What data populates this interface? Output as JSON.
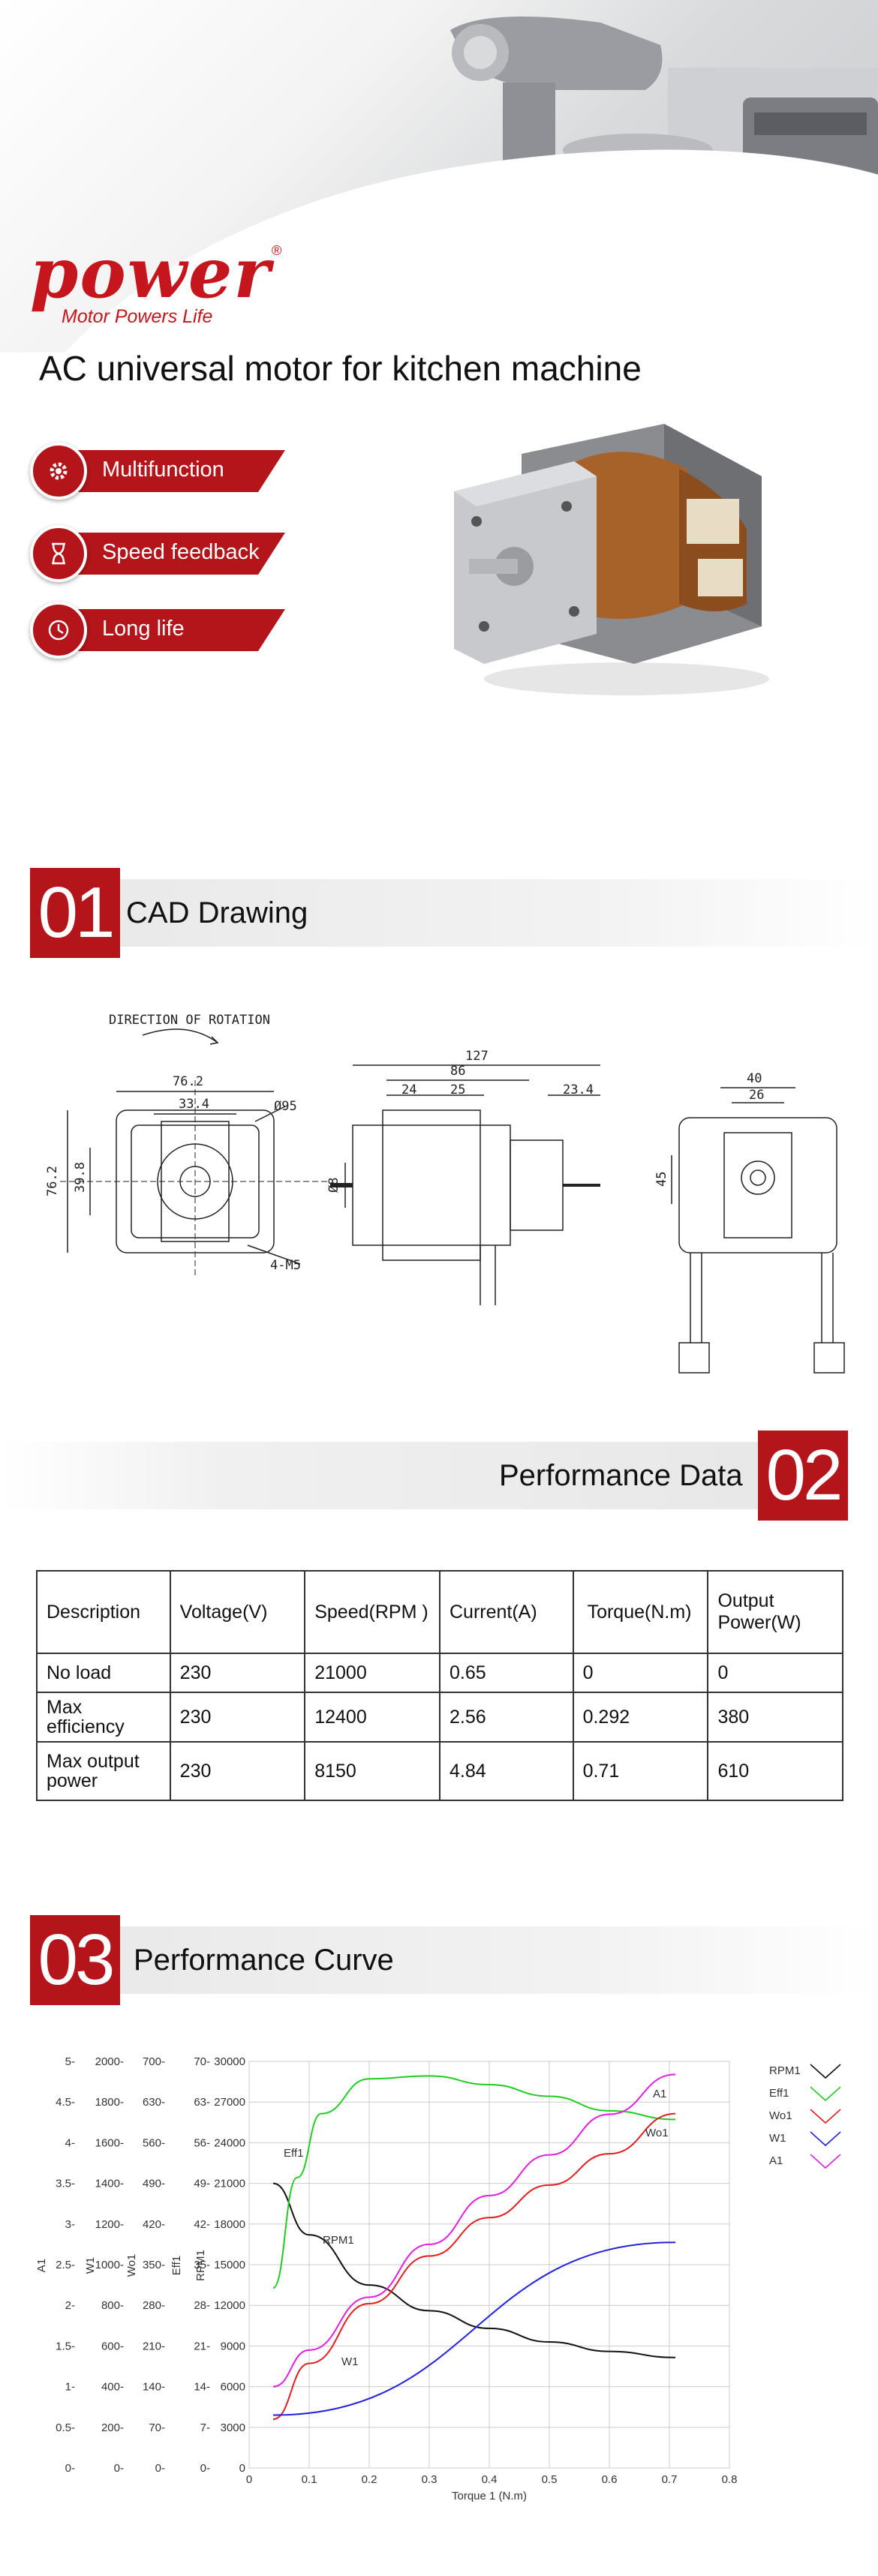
{
  "hero": {
    "brand_name": "power",
    "brand_reg": "®",
    "tagline": "Motor Powers Life",
    "title": "AC universal motor for kitchen machine",
    "features": [
      {
        "icon": "gear-icon",
        "label": "Multifunction"
      },
      {
        "icon": "hourglass-icon",
        "label": "Speed feedback"
      },
      {
        "icon": "clock-icon",
        "label": "Long life"
      }
    ]
  },
  "sections": {
    "cad": {
      "number": "01",
      "title": "CAD Drawing"
    },
    "data": {
      "number": "02",
      "title": "Performance Data"
    },
    "curve": {
      "number": "03",
      "title": "Performance Curve"
    }
  },
  "cad_labels": {
    "direction": "DIRECTION OF ROTATION",
    "d_76_2": "76.2",
    "d_33_4": "33.4",
    "d_phi95": "Ø95",
    "d_76_2v": "76.2",
    "d_39_8": "39.8",
    "d_4m5": "4-M5",
    "d_127": "127",
    "d_86": "86",
    "d_24": "24",
    "d_25": "25",
    "d_23_4": "23.4",
    "d_phi8": "Ø8",
    "d_40": "40",
    "d_26": "26",
    "d_45": "45"
  },
  "performance_table": {
    "headers": [
      "Description",
      "Voltage(V)",
      "Speed(RPM )",
      "Current(A)",
      "Torque(N.m)",
      "Output Power(W)"
    ],
    "rows": [
      [
        "No load",
        "230",
        "21000",
        "0.65",
        "0",
        "0"
      ],
      [
        "Max efficiency",
        "230",
        "12400",
        "2.56",
        "0.292",
        "380"
      ],
      [
        "Max output power",
        "230",
        "8150",
        "4.84",
        "0.71",
        "610"
      ]
    ]
  },
  "chart_data": {
    "type": "line",
    "xlabel": "Torque 1 (N.m)",
    "xlim": [
      0,
      0.8
    ],
    "x_ticks": [
      "0",
      "0.1",
      "0.2",
      "0.3",
      "0.4",
      "0.5",
      "0.6",
      "0.7",
      "0.8"
    ],
    "y_axes": [
      {
        "label": "A1",
        "ticks": [
          "0",
          "0.5",
          "1",
          "1.5",
          "2",
          "2.5",
          "3",
          "3.5",
          "4",
          "4.5",
          "5"
        ],
        "ylim": [
          0,
          5
        ]
      },
      {
        "label": "W1",
        "ticks": [
          "0",
          "200",
          "400",
          "600",
          "800",
          "1000",
          "1200",
          "1400",
          "1600",
          "1800",
          "2000"
        ],
        "ylim": [
          0,
          2000
        ]
      },
      {
        "label": "Wo1",
        "ticks": [
          "0",
          "70",
          "140",
          "210",
          "280",
          "350",
          "420",
          "490",
          "560",
          "630",
          "700"
        ],
        "ylim": [
          0,
          700
        ]
      },
      {
        "label": "Eff1",
        "ticks": [
          "0",
          "7",
          "14",
          "21",
          "28",
          "35",
          "42",
          "49",
          "56",
          "63",
          "70"
        ],
        "ylim": [
          0,
          70
        ]
      },
      {
        "label": "RPM1",
        "ticks": [
          "0",
          "3000",
          "6000",
          "9000",
          "12000",
          "15000",
          "18000",
          "21000",
          "24000",
          "27000",
          "30000"
        ],
        "ylim": [
          0,
          30000
        ]
      }
    ],
    "grid": true,
    "legend_position": "right",
    "series": [
      {
        "name": "RPM1",
        "color": "#111111",
        "axis": "RPM1",
        "x": [
          0.04,
          0.1,
          0.2,
          0.3,
          0.4,
          0.5,
          0.6,
          0.71
        ],
        "y": [
          21000,
          17200,
          13500,
          11600,
          10300,
          9300,
          8600,
          8150
        ]
      },
      {
        "name": "Eff1",
        "color": "#22cc22",
        "axis": "Eff1",
        "x": [
          0.04,
          0.08,
          0.12,
          0.2,
          0.3,
          0.4,
          0.5,
          0.6,
          0.71
        ],
        "y": [
          31,
          50,
          61,
          67,
          67.5,
          66,
          64,
          61.5,
          60
        ]
      },
      {
        "name": "Wo1",
        "color": "#e02020",
        "axis": "Wo1",
        "x": [
          0.04,
          0.1,
          0.2,
          0.3,
          0.4,
          0.5,
          0.6,
          0.71
        ],
        "y": [
          84,
          180,
          283,
          365,
          431,
          487,
          541,
          610
        ]
      },
      {
        "name": "W1",
        "color": "#2222dd",
        "axis": "W1",
        "x": [
          0.04,
          0.71
        ],
        "y": [
          260,
          1110
        ]
      },
      {
        "name": "A1",
        "color": "#e020e0",
        "axis": "A1",
        "x": [
          0.04,
          0.1,
          0.2,
          0.3,
          0.4,
          0.5,
          0.6,
          0.71
        ],
        "y": [
          1.0,
          1.45,
          2.1,
          2.75,
          3.35,
          3.85,
          4.35,
          4.84
        ]
      }
    ],
    "annotations": [
      "Eff1",
      "RPM1",
      "W1",
      "Wo1",
      "A1"
    ]
  }
}
